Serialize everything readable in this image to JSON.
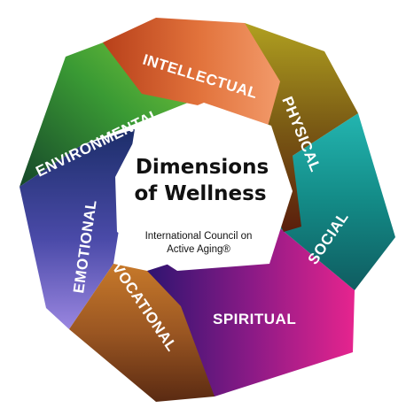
{
  "title_line1": "Dimensions",
  "title_line2": "of Wellness",
  "source_line1": "International Council on",
  "source_line2": "Active Aging®",
  "dimensions": [
    {
      "label": "INTELLECTUAL",
      "color_start": "#c0521e",
      "color_end": "#ef8a5a"
    },
    {
      "label": "PHYSICAL",
      "color_start": "#9a8a1e",
      "color_end": "#6b2a10"
    },
    {
      "label": "SOCIAL",
      "color_start": "#1f7a7a",
      "color_end": "#1b9a8e"
    },
    {
      "label": "SPIRITUAL",
      "color_start": "#d02489",
      "color_end": "#3a1a78"
    },
    {
      "label": "VOCATIONAL",
      "color_start": "#d3721c",
      "color_end": "#7a3f1a"
    },
    {
      "label": "EMOTIONAL",
      "color_start": "#8a7ad8",
      "color_end": "#2c2e7a"
    },
    {
      "label": "ENVIRONMENTAL",
      "color_start": "#1e5a2a",
      "color_end": "#7ec83a"
    }
  ]
}
